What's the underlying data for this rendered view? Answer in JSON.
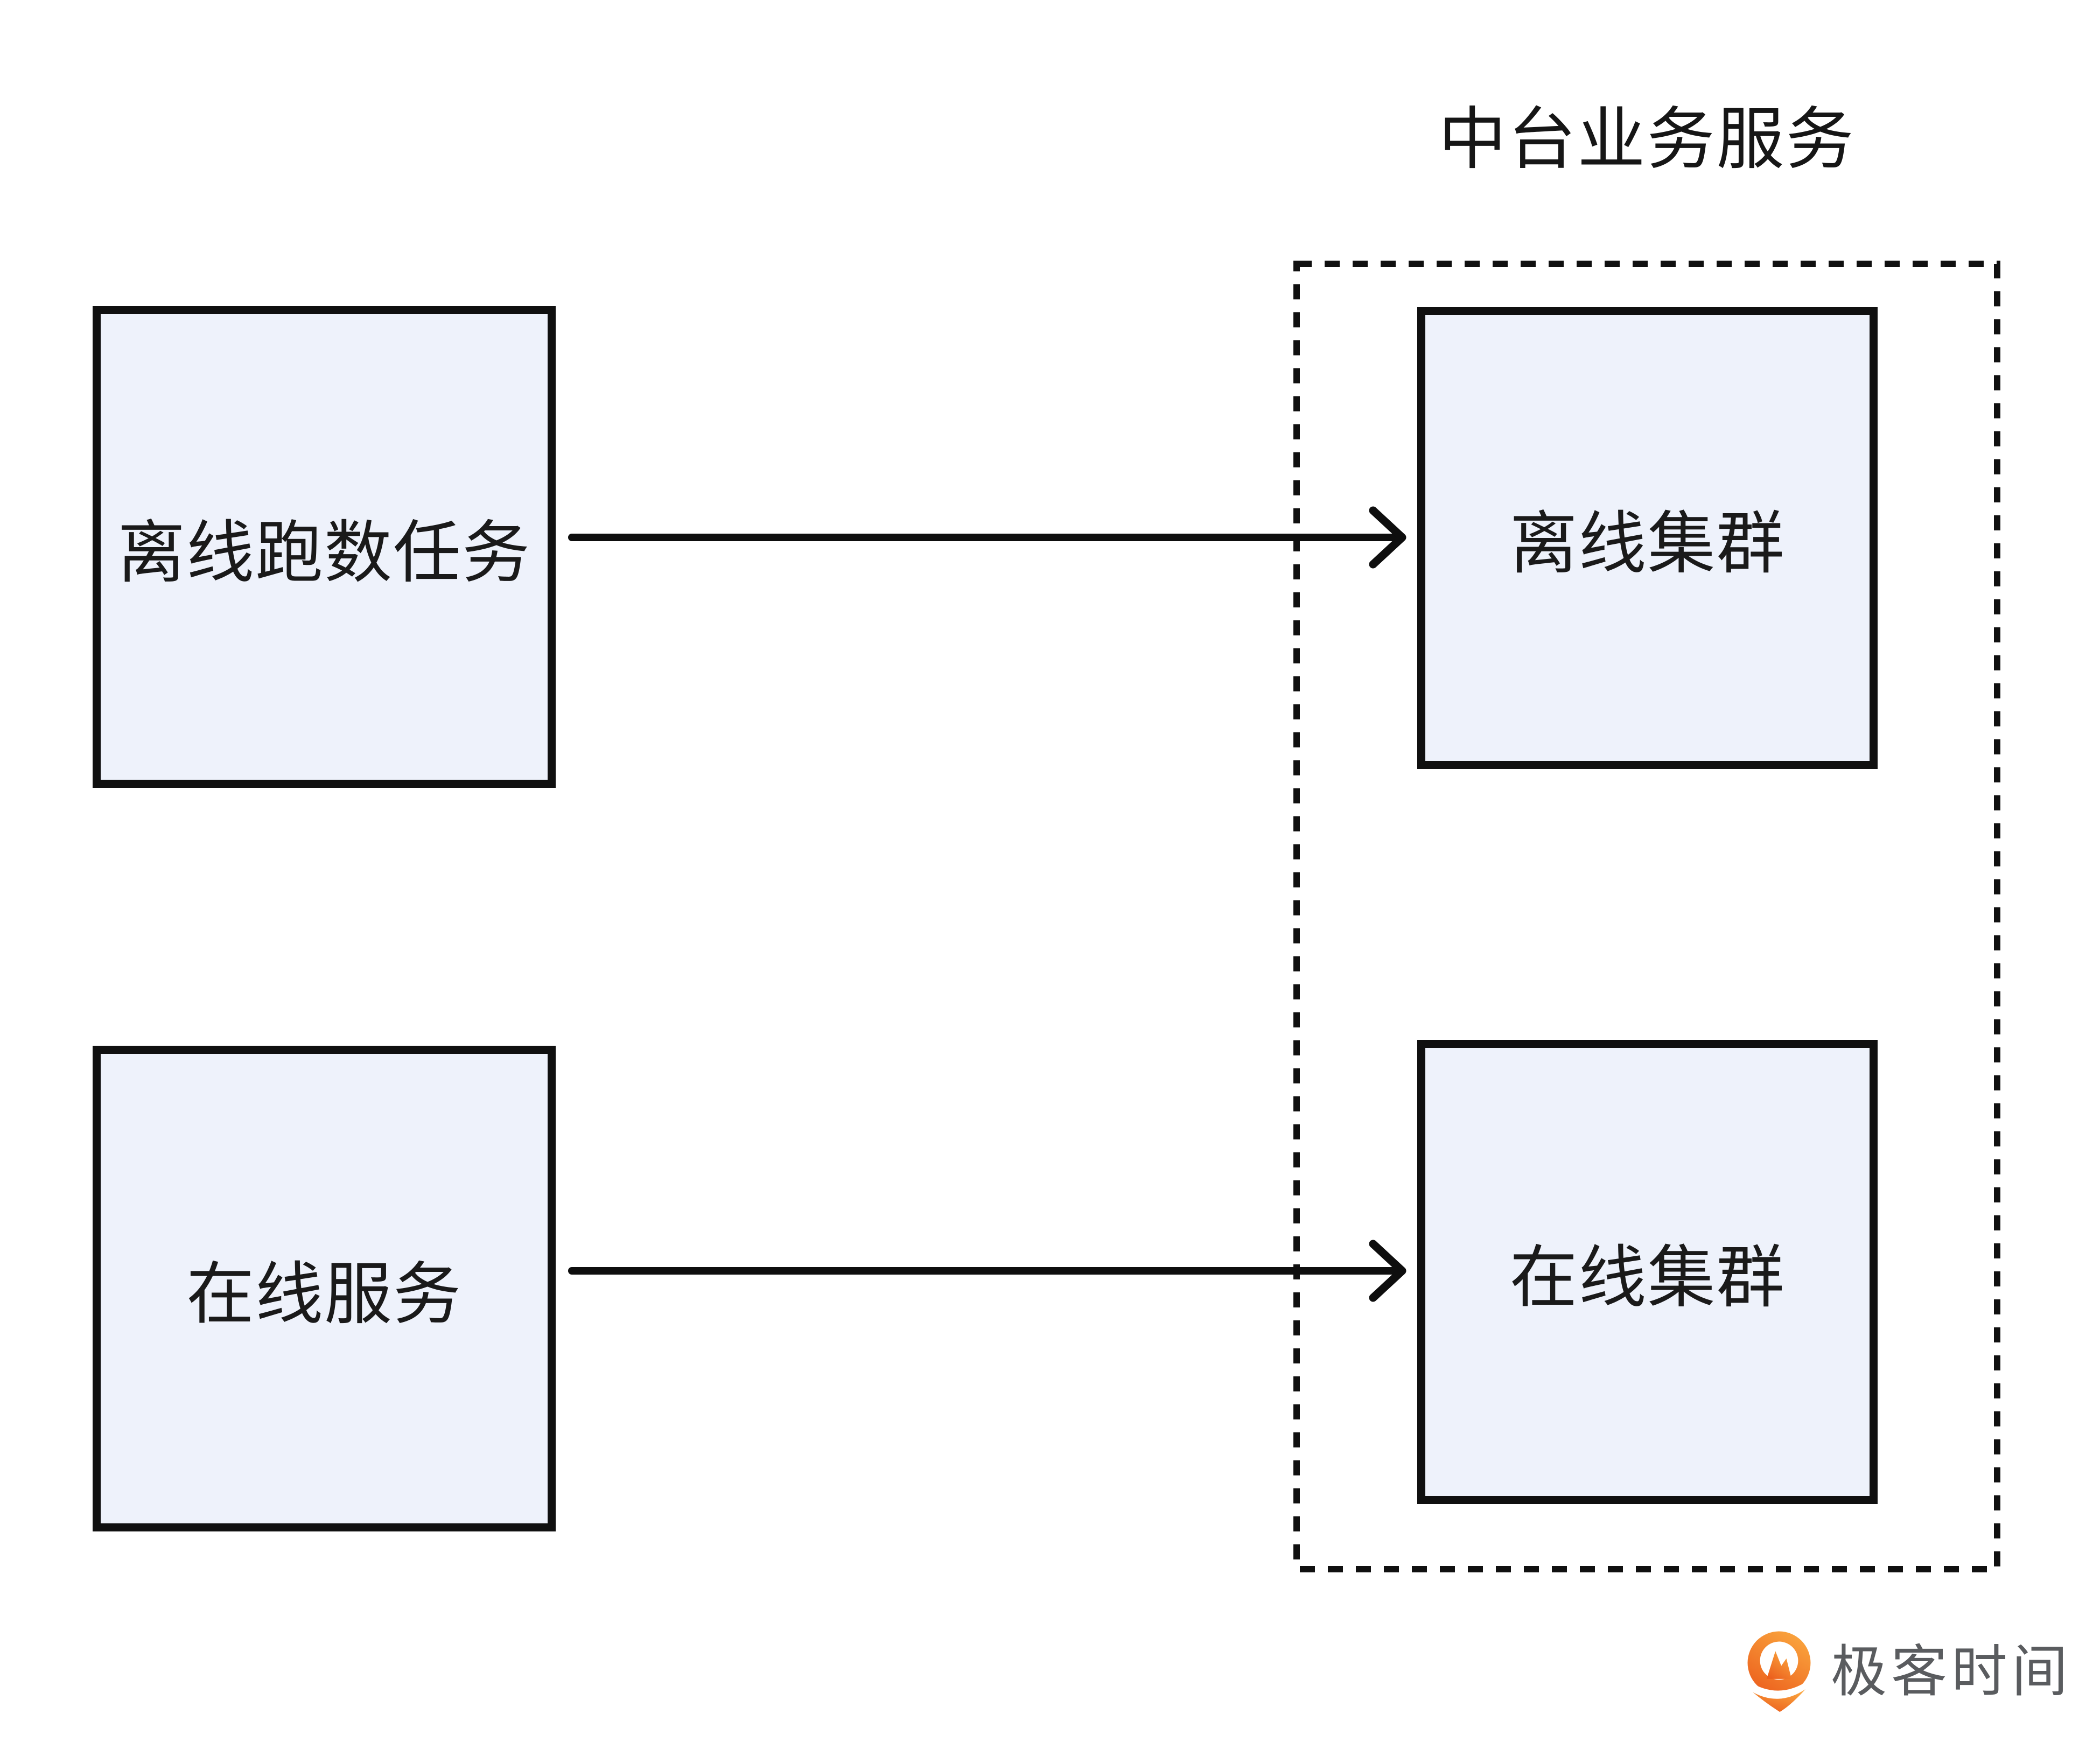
{
  "diagram": {
    "cluster": {
      "title": "中台业务服务",
      "nodes": [
        {
          "id": "offline-cluster",
          "label": "离线集群"
        },
        {
          "id": "online-cluster",
          "label": "在线集群"
        }
      ]
    },
    "sources": [
      {
        "id": "offline-task",
        "label": "离线跑数任务"
      },
      {
        "id": "online-service",
        "label": "在线服务"
      }
    ],
    "edges": [
      {
        "from": "离线跑数任务",
        "to": "离线集群",
        "direction": "right"
      },
      {
        "from": "在线服务",
        "to": "在线集群",
        "direction": "right"
      }
    ]
  },
  "branding": {
    "logo_text": "极客时间",
    "logo_icon": "geektime-q-badge"
  },
  "colors": {
    "node_fill": "#eef2fb",
    "node_border": "#101010",
    "container_dash": "#101010",
    "arrow": "#0e0e0e",
    "title_text": "#161616",
    "logo_text_gray": "#5a5c5f",
    "logo_orange_light": "#faa63e",
    "logo_orange_dark": "#ec5f1d"
  }
}
